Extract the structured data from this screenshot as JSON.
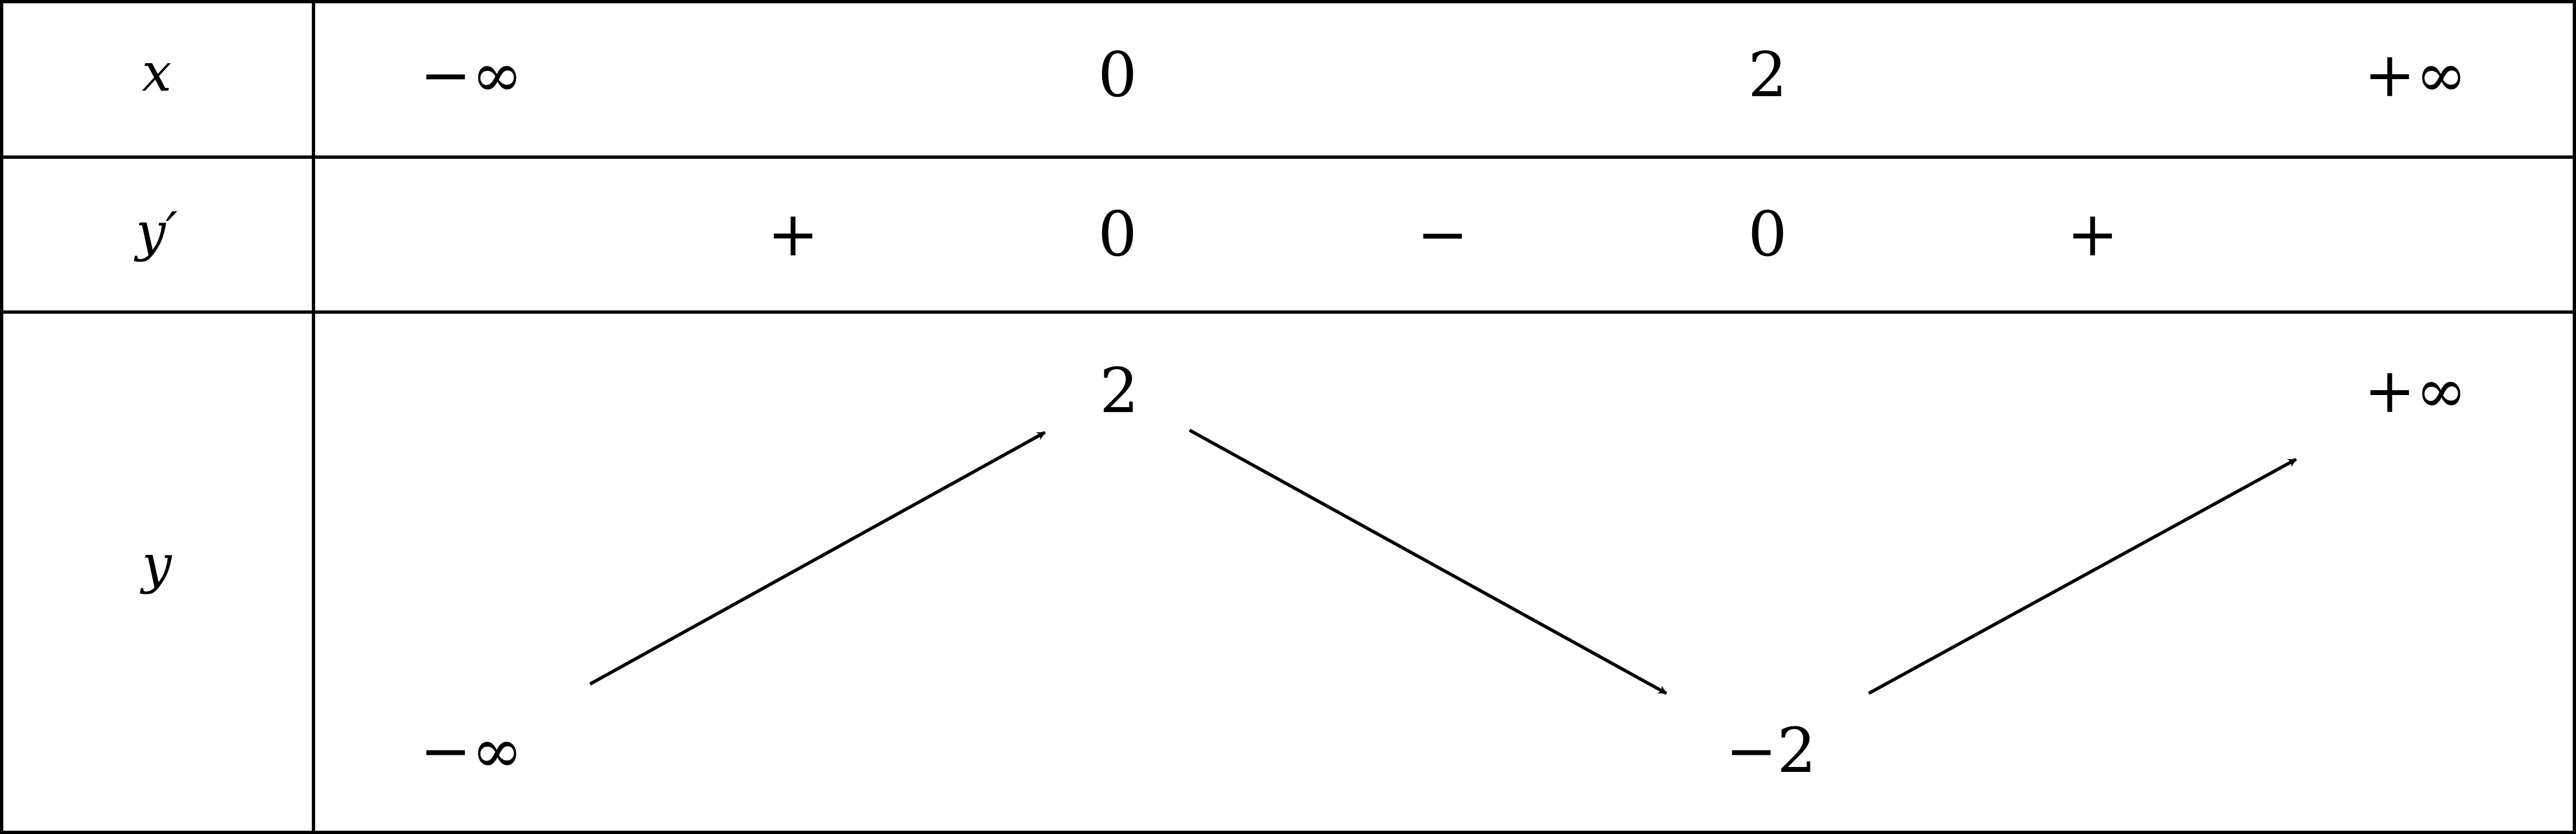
{
  "table": {
    "rows": {
      "x": {
        "label": "x",
        "values": [
          "−∞",
          "0",
          "2",
          "+∞"
        ]
      },
      "yprime": {
        "label": "y′",
        "signs": [
          "+",
          "−",
          "+"
        ],
        "zeros": [
          "0",
          "0"
        ]
      },
      "y": {
        "label": "y",
        "start": "−∞",
        "max": "2",
        "min": "−2",
        "end": "+∞"
      }
    }
  },
  "colors": {
    "ink": "#000000",
    "background": "#ffffff"
  }
}
